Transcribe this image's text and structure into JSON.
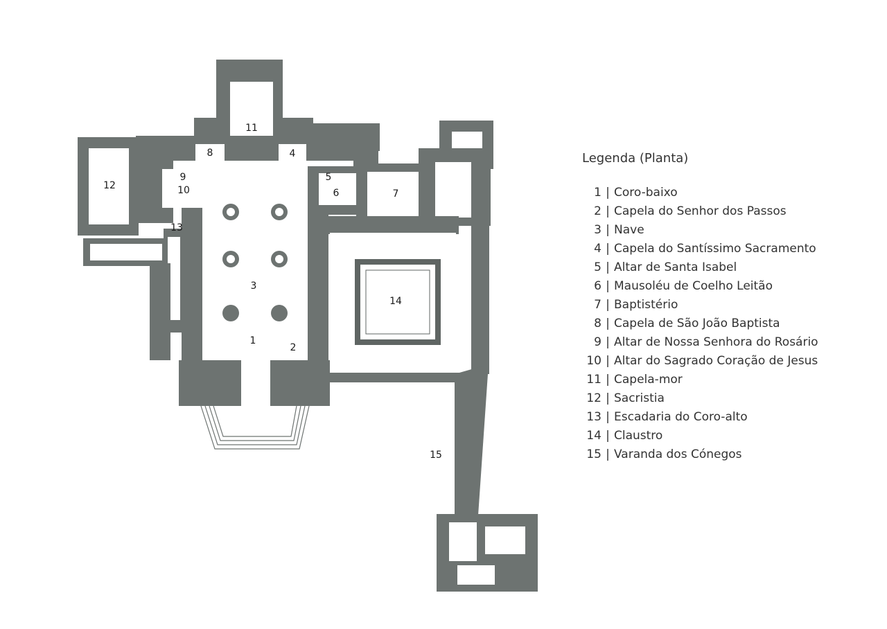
{
  "legend": {
    "title": "Legenda (Planta)",
    "items": [
      {
        "number": "1",
        "label": "Coro-baixo"
      },
      {
        "number": "2",
        "label": "Capela do Senhor dos Passos"
      },
      {
        "number": "3",
        "label": "Nave"
      },
      {
        "number": "4",
        "label": "Capela do Santíssimo Sacramento"
      },
      {
        "number": "5",
        "label": "Altar de Santa Isabel"
      },
      {
        "number": "6",
        "label": "Mausoléu de Coelho Leitão"
      },
      {
        "number": "7",
        "label": "Baptistério"
      },
      {
        "number": "8",
        "label": "Capela de São João Baptista"
      },
      {
        "number": "9",
        "label": "Altar de Nossa Senhora do Rosário"
      },
      {
        "number": "10",
        "label": "Altar do Sagrado Coração de Jesus"
      },
      {
        "number": "11",
        "label": "Capela-mor"
      },
      {
        "number": "12",
        "label": "Sacristia"
      },
      {
        "number": "13",
        "label": "Escadaria do Coro-alto"
      },
      {
        "number": "14",
        "label": "Claustro"
      },
      {
        "number": "15",
        "label": "Varanda dos Cónegos"
      }
    ]
  },
  "plan_labels": [
    "1",
    "2",
    "3",
    "4",
    "5",
    "6",
    "7",
    "8",
    "9",
    "10",
    "11",
    "12",
    "13",
    "14",
    "15"
  ],
  "colors": {
    "wall": "#6d7371",
    "background": "#ffffff",
    "text": "#333333"
  }
}
